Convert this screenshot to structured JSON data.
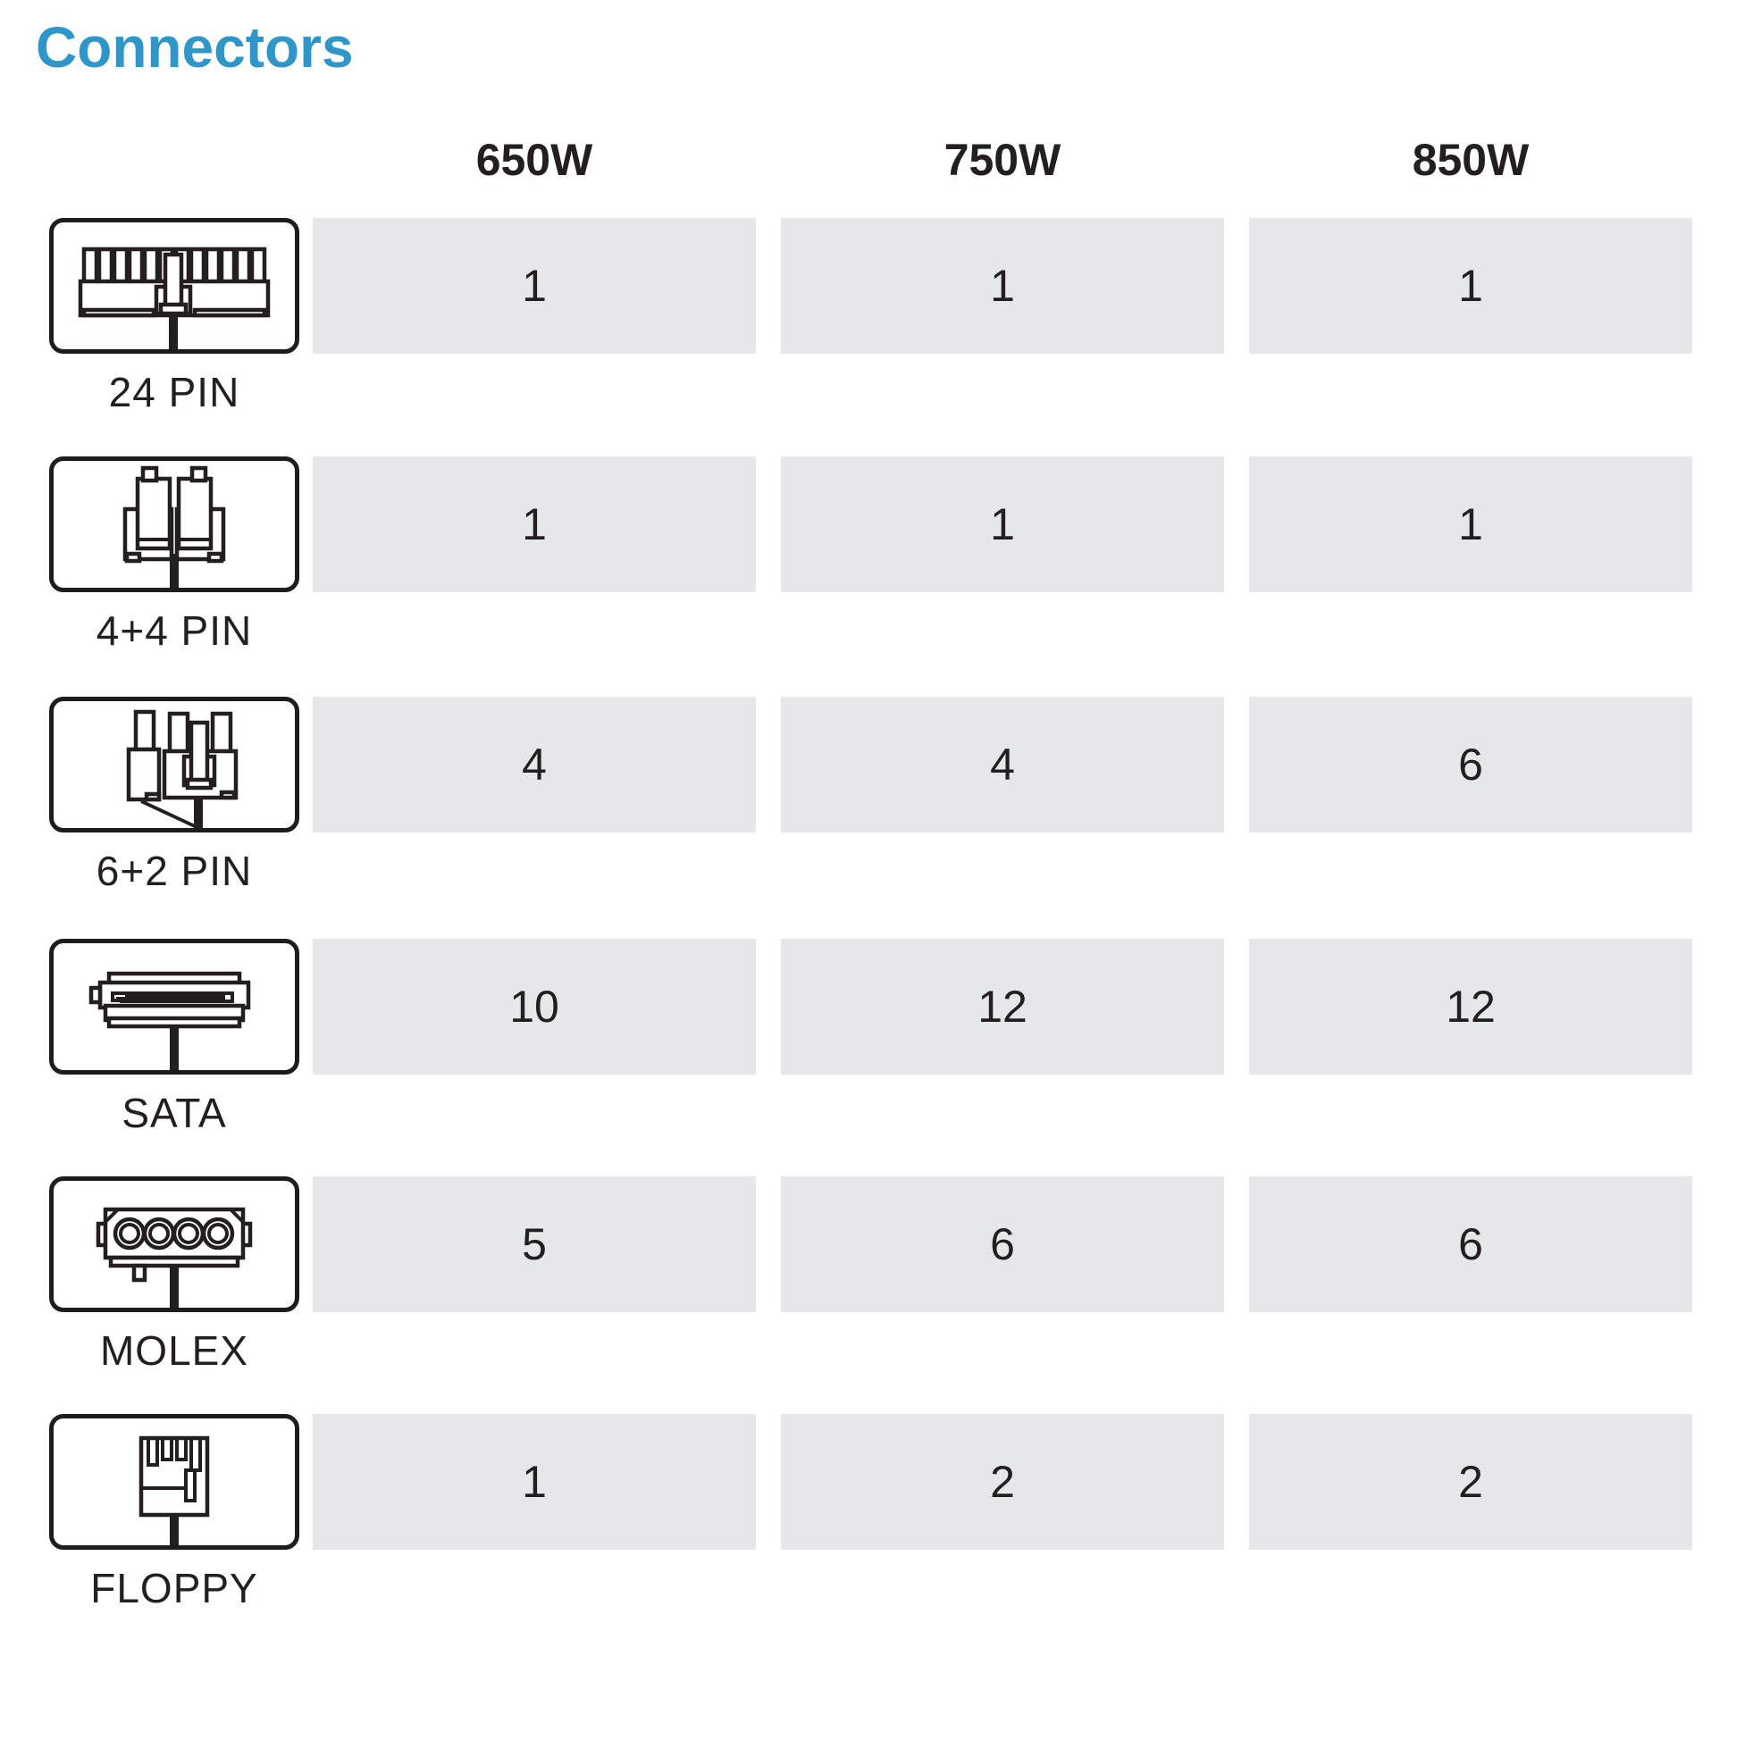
{
  "page": {
    "title": "Connectors"
  },
  "colors": {
    "accent": "#2e96c8",
    "cell_bg": "#e6e7e8",
    "ink": "#231f20"
  },
  "table": {
    "columns": [
      "650W",
      "750W",
      "850W"
    ],
    "rows": [
      {
        "label": "24 PIN",
        "icon": "atx-24pin-connector-icon",
        "values": [
          "1",
          "1",
          "1"
        ]
      },
      {
        "label": "4+4 PIN",
        "icon": "eps-4plus4pin-connector-icon",
        "values": [
          "1",
          "1",
          "1"
        ]
      },
      {
        "label": "6+2 PIN",
        "icon": "pcie-6plus2pin-connector-icon",
        "values": [
          "4",
          "4",
          "6"
        ]
      },
      {
        "label": "SATA",
        "icon": "sata-connector-icon",
        "values": [
          "10",
          "12",
          "12"
        ]
      },
      {
        "label": "MOLEX",
        "icon": "molex-connector-icon",
        "values": [
          "5",
          "6",
          "6"
        ]
      },
      {
        "label": "FLOPPY",
        "icon": "floppy-connector-icon",
        "values": [
          "1",
          "2",
          "2"
        ]
      }
    ]
  }
}
